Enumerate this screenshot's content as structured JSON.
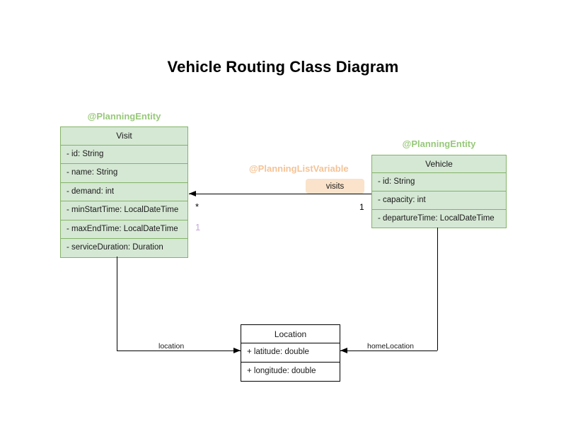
{
  "diagram": {
    "title": "Vehicle Routing Class Diagram",
    "type": "uml-class-diagram"
  },
  "classes": [
    {
      "id": "visit",
      "name": "Visit",
      "stereotype": "@PlanningEntity",
      "style": "green",
      "attributes": [
        "- id: String",
        "- name: String",
        "- demand: int",
        "- minStartTime: LocalDateTime",
        "- maxEndTime: LocalDateTime",
        "- serviceDuration: Duration"
      ]
    },
    {
      "id": "vehicle",
      "name": "Vehicle",
      "stereotype": "@PlanningEntity",
      "style": "green",
      "attributes": [
        "- id: String",
        "- capacity: int",
        "- departureTime: LocalDateTime"
      ]
    },
    {
      "id": "location",
      "name": "Location",
      "stereotype": "",
      "style": "plain",
      "attributes": [
        "+ latitude: double",
        "+ longitude: double"
      ]
    }
  ],
  "relationships": [
    {
      "id": "visits",
      "from": "Vehicle",
      "to": "Visit",
      "label": "visits",
      "stereotype": "@PlanningListVariable",
      "source_multiplicity": "1",
      "target_multiplicity": "*",
      "target_multiplicity_secondary": "1"
    },
    {
      "id": "location",
      "from": "Visit",
      "to": "Location",
      "label": "location"
    },
    {
      "id": "homeLocation",
      "from": "Vehicle",
      "to": "Location",
      "label": "homeLocation"
    }
  ],
  "colors": {
    "entity_fill": "#d5e8d4",
    "entity_border": "#82b366",
    "stereotype_entity": "#97c879",
    "stereotype_list_variable": "#f5c396",
    "label_badge_fill": "#fae3ca",
    "plain_border": "#000000",
    "multiplicity_accent": "#c5a8d8"
  }
}
